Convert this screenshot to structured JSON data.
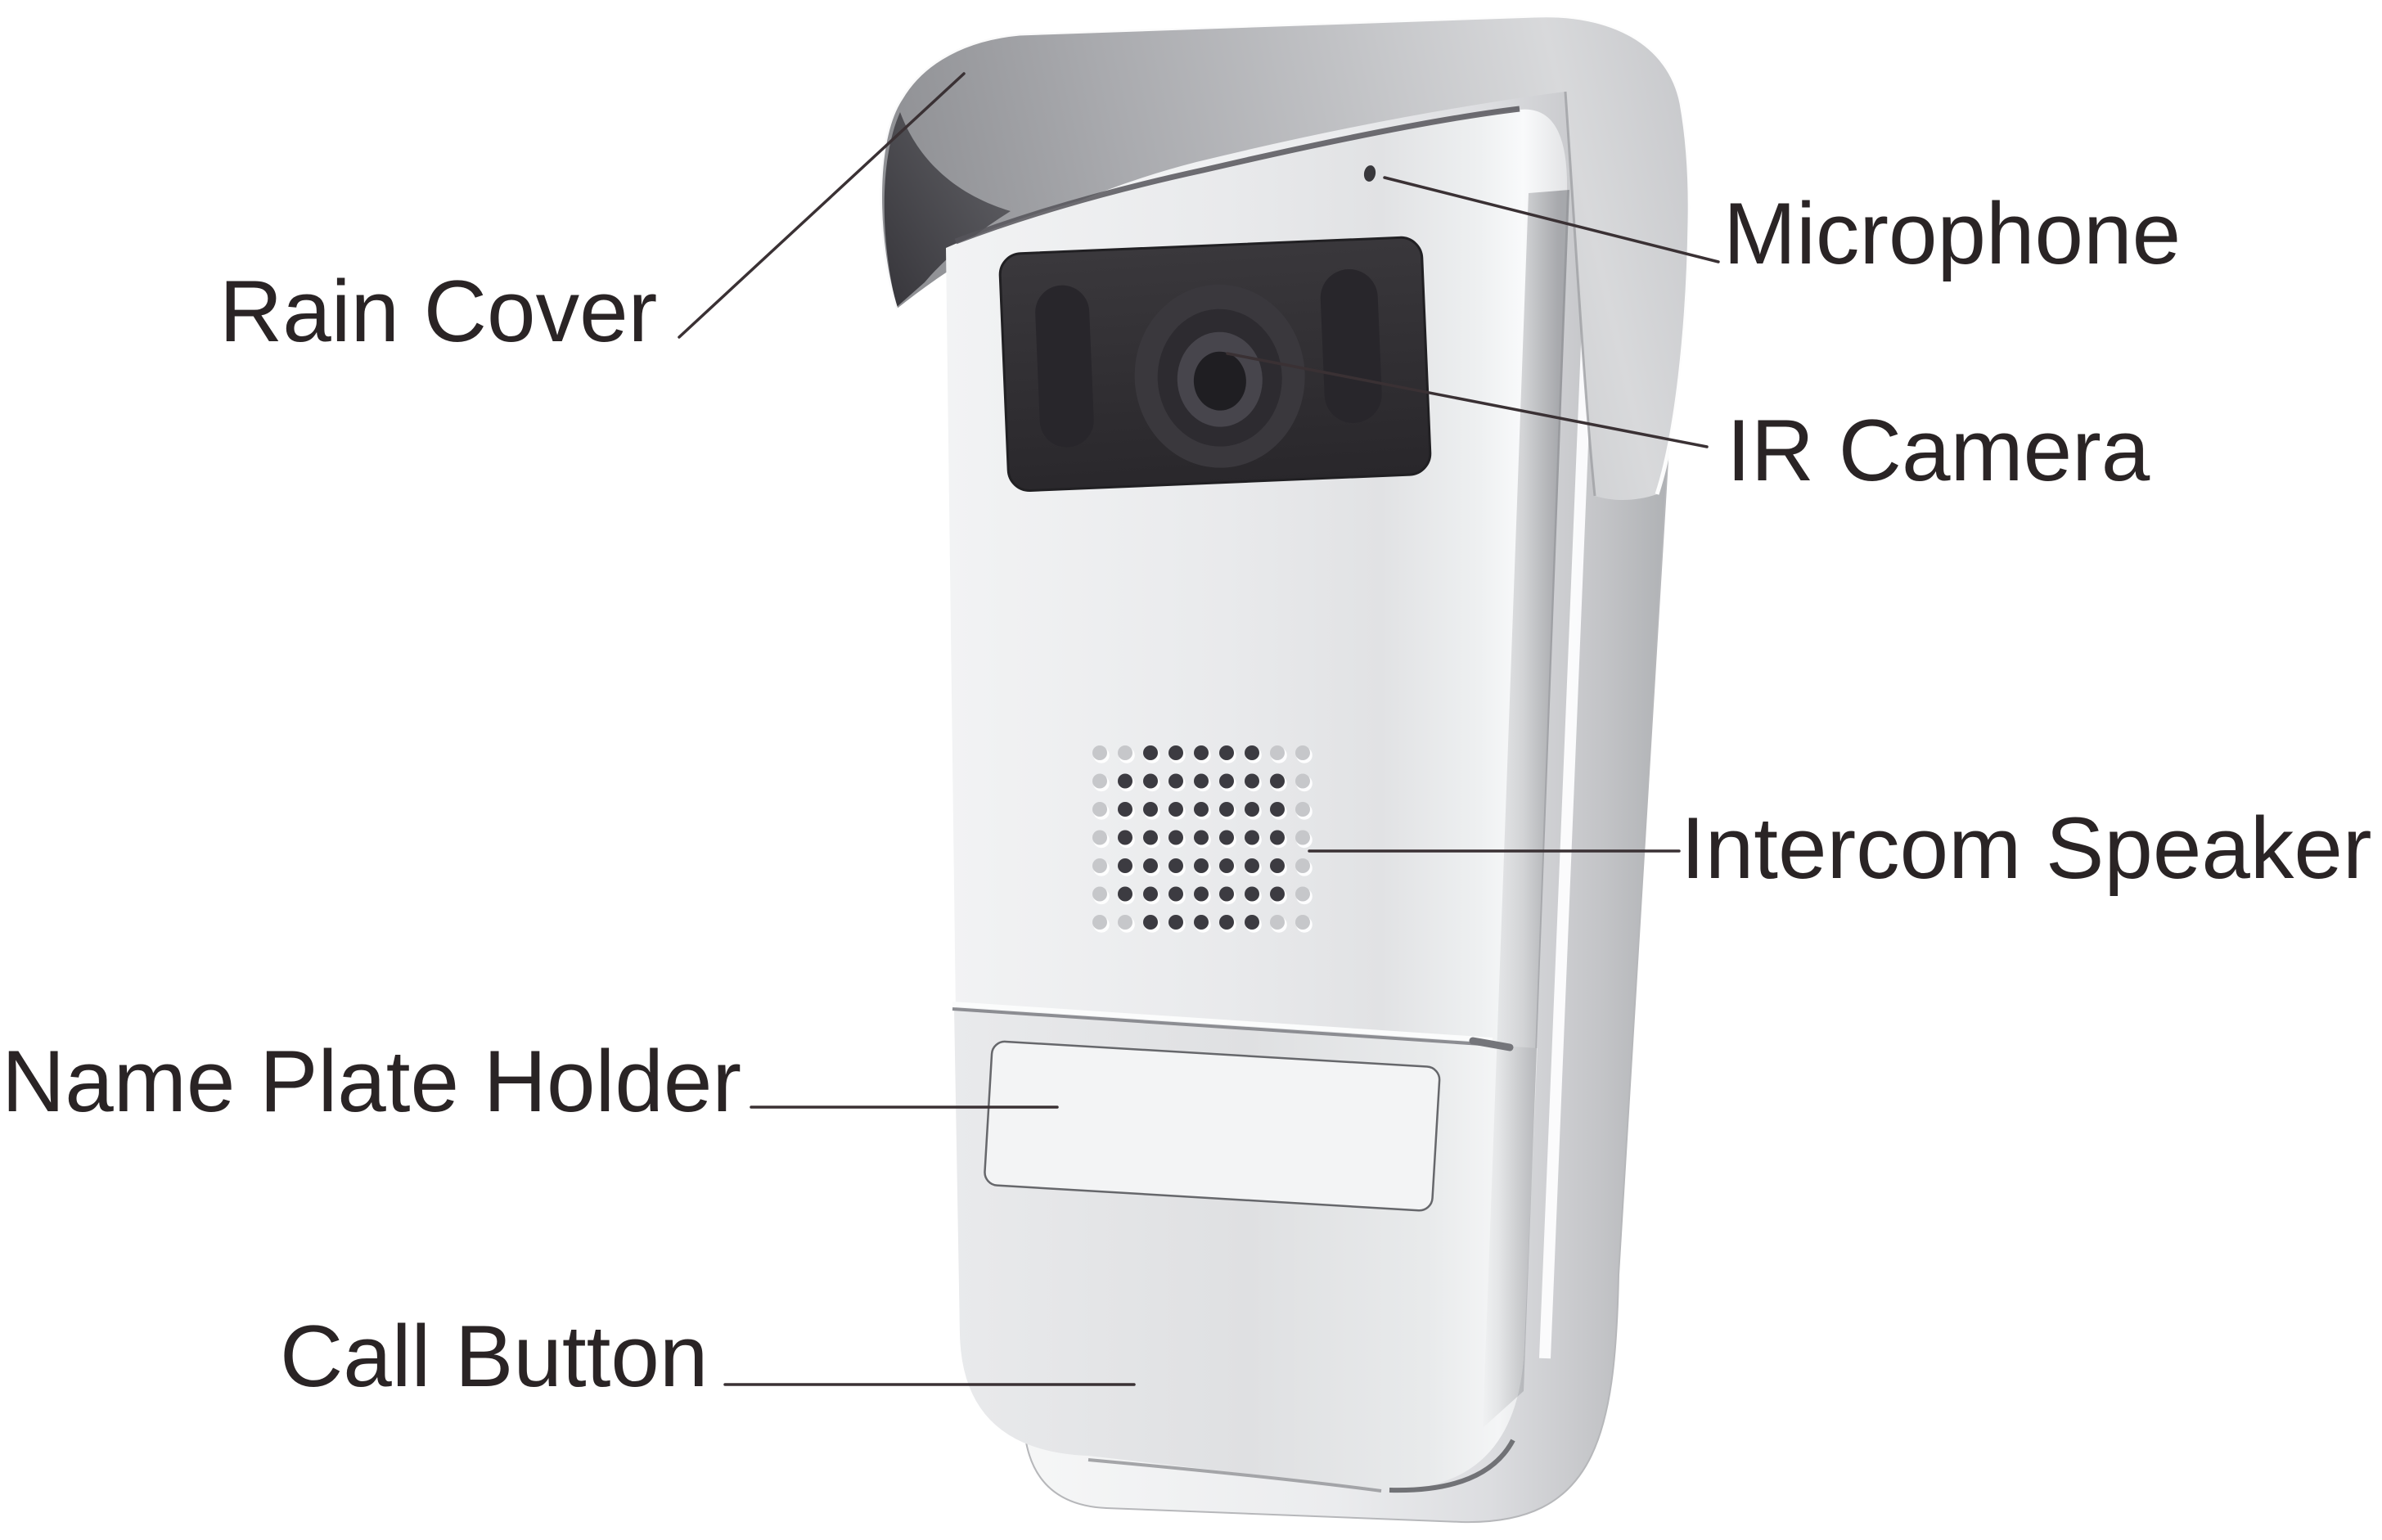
{
  "diagram": {
    "background_color": "#ffffff",
    "label_text_color": "#2a2425",
    "leader_line_color": "#3a3134",
    "device_colors": {
      "hood_silver": "#b9babd",
      "hood_underside": "#4a494e",
      "body_gray": "#e6e7e9",
      "camera_window": "#302e32",
      "speaker_hole": "#3c3b41",
      "name_plate": "#f3f4f5"
    },
    "callouts": {
      "rain_cover": {
        "label": "Rain Cover"
      },
      "microphone": {
        "label": "Microphone"
      },
      "ir_camera": {
        "label": "IR Camera"
      },
      "intercom_speaker": {
        "label": "Intercom Speaker"
      },
      "name_plate_holder": {
        "label": "Name Plate Holder"
      },
      "call_button": {
        "label": "Call Button"
      }
    }
  }
}
